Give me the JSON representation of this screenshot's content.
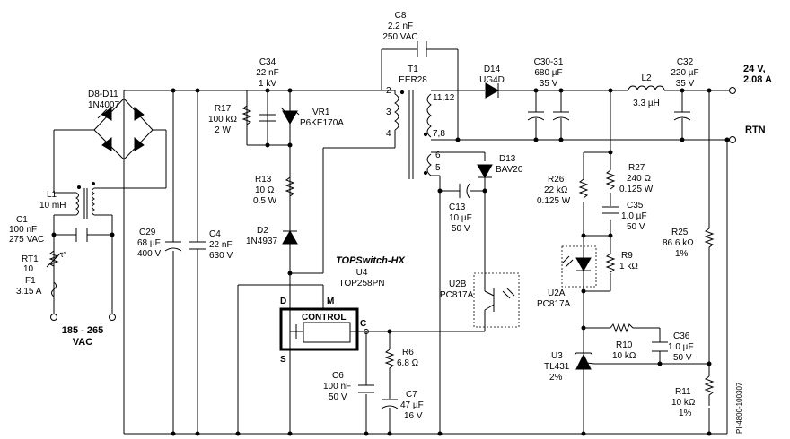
{
  "input": {
    "voltage": "185 - 265",
    "unit": "VAC"
  },
  "output": {
    "v24": "24 V,",
    "current": "2.08 A",
    "rtn": "RTN"
  },
  "controller": {
    "family": "TOPSwitch-HX",
    "ref": "U4",
    "part": "TOP258PN",
    "block": "CONTROL",
    "pin_d": "D",
    "pin_m": "M",
    "pin_s": "S",
    "pin_c": "C"
  },
  "transformer": {
    "ref": "T1",
    "part": "EER28",
    "pins": [
      "2",
      "3",
      "4",
      "11,12",
      "7,8",
      "6",
      "5"
    ]
  },
  "components": {
    "c8": [
      "C8",
      "2.2 nF",
      "250 VAC"
    ],
    "c34": [
      "C34",
      "22 nF",
      "1 kV"
    ],
    "r17": [
      "R17",
      "100 kΩ",
      "2 W"
    ],
    "vr1": [
      "VR1",
      "P6KE170A"
    ],
    "d8": [
      "D8-D11",
      "1N4007"
    ],
    "l1": [
      "L1",
      "10 mH"
    ],
    "c1": [
      "C1",
      "100 nF",
      "275 VAC"
    ],
    "rt1": [
      "RT1",
      "10"
    ],
    "f1": [
      "F1",
      "3.15 A"
    ],
    "c29": [
      "C29",
      "68 µF",
      "400 V"
    ],
    "c4": [
      "C4",
      "22 nF",
      "630 V"
    ],
    "r13": [
      "R13",
      "10 Ω",
      "0.5 W"
    ],
    "d2": [
      "D2",
      "1N4937"
    ],
    "d14": [
      "D14",
      "UG4D"
    ],
    "c30": [
      "C30-31",
      "680 µF",
      "35 V"
    ],
    "l2": [
      "L2",
      "3.3 µH"
    ],
    "c32": [
      "C32",
      "220 µF",
      "35 V"
    ],
    "d13": [
      "D13",
      "BAV20"
    ],
    "c13": [
      "C13",
      "10 µF",
      "50 V"
    ],
    "r26": [
      "R26",
      "22 kΩ",
      "0.125 W"
    ],
    "r27": [
      "R27",
      "240 Ω",
      "0.125 W"
    ],
    "c35": [
      "C35",
      "1.0 µF",
      "50 V"
    ],
    "r9": [
      "R9",
      "1 kΩ"
    ],
    "u2a": [
      "U2A",
      "PC817A"
    ],
    "u2b": [
      "U2B",
      "PC817A"
    ],
    "r25": [
      "R25",
      "86.6 kΩ",
      "1%"
    ],
    "r10": [
      "R10",
      "10 kΩ"
    ],
    "c36": [
      "C36",
      "1.0 µF",
      "50 V"
    ],
    "u3": [
      "U3",
      "TL431",
      "2%"
    ],
    "r11": [
      "R11",
      "10 kΩ",
      "1%"
    ],
    "r6": [
      "R6",
      "6.8 Ω"
    ],
    "c6": [
      "C6",
      "100 nF",
      "50 V"
    ],
    "c7": [
      "C7",
      "47 µF",
      "16 V"
    ]
  },
  "drawing_id": "PI-4800-100307",
  "thermistor_mark": "t°"
}
